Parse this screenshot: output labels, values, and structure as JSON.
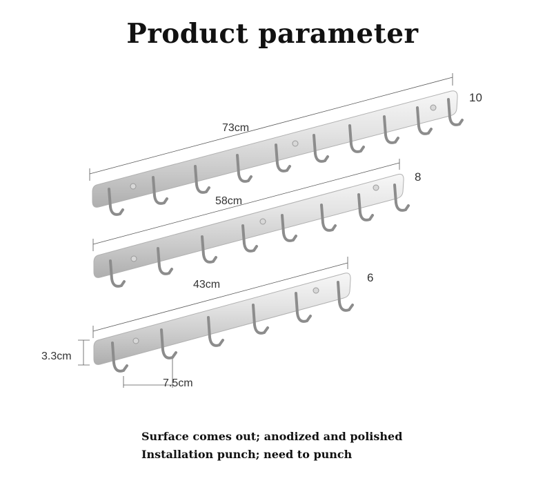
{
  "title": "Product parameter",
  "racks": [
    {
      "length_label": "73cm",
      "hook_count": "10"
    },
    {
      "length_label": "58cm",
      "hook_count": "8"
    },
    {
      "length_label": "43cm",
      "hook_count": "6"
    }
  ],
  "dimensions": {
    "height_label": "3.3cm",
    "hook_spacing_label": "7.5cm"
  },
  "notes": [
    "Surface comes out; anodized and polished",
    "Installation punch; need to punch"
  ]
}
